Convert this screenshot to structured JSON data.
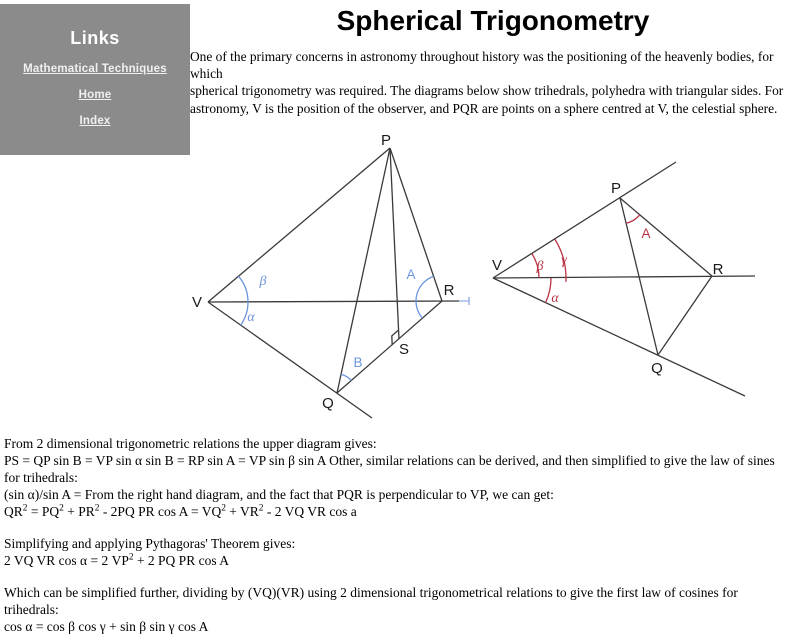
{
  "page": {
    "title": "Spherical Trigonometry"
  },
  "sidebar": {
    "heading": "Links",
    "links": [
      {
        "label": "Mathematical Techniques"
      },
      {
        "label": "Home"
      },
      {
        "label": "Index"
      }
    ]
  },
  "colors": {
    "sidebar_bg": "#8b8b8b",
    "line": "#3a3a3a",
    "label": "#1a1a1a",
    "blue": "#6b94dd",
    "light_blue": "#a0b8e8",
    "red": "#b93345"
  },
  "intro": {
    "lines": [
      [
        {
          "t": "One of the primary concerns in astronomy throughout history was the positioning of the heavenly bodies, for which"
        }
      ],
      [
        {
          "t": "spherical trigonometry was required. The diagrams below show trihedrals, polyhedra with triangular sides. For"
        }
      ],
      [
        {
          "t": "astronomy, V is the position of the observer, and PQR are points on a sphere centred at V, the celestial sphere."
        }
      ]
    ]
  },
  "diagram_left": {
    "vertex_labels": {
      "P": "P",
      "V": "V",
      "R": "R",
      "S": "S",
      "Q": "Q"
    },
    "angle_labels": {
      "beta": "β",
      "alpha": "α",
      "A": "A",
      "B": "B"
    }
  },
  "diagram_right": {
    "vertex_labels": {
      "P": "P",
      "V": "V",
      "R": "R",
      "Q": "Q"
    },
    "angle_labels": {
      "beta": "β",
      "gamma": "γ",
      "alpha": "α",
      "A": "A"
    }
  },
  "content": {
    "paragraphs": [
      {
        "lines": [
          [
            {
              "t": "From 2 dimensional trigonometric relations the upper diagram gives:"
            }
          ],
          [
            {
              "t": "PS = QP sin B = VP sin α sin B = RP sin A = VP sin β sin A Other, similar relations can be derived, and then simplified to give the law of sines for trihedrals:"
            }
          ],
          [
            {
              "t": "(sin α)/sin A = From the right hand diagram, and the fact that PQR is perpendicular to VP, we can get:"
            }
          ],
          [
            {
              "t": "QR"
            },
            {
              "t": "2",
              "sup": true
            },
            {
              "t": " = PQ"
            },
            {
              "t": "2",
              "sup": true
            },
            {
              "t": " + PR"
            },
            {
              "t": "2",
              "sup": true
            },
            {
              "t": " - 2PQ PR cos A = VQ"
            },
            {
              "t": "2",
              "sup": true
            },
            {
              "t": " + VR"
            },
            {
              "t": "2",
              "sup": true
            },
            {
              "t": " - 2 VQ VR cos a"
            }
          ]
        ]
      },
      {
        "lines": [
          [
            {
              "t": "Simplifying and applying Pythagoras' Theorem gives:"
            }
          ],
          [
            {
              "t": "2 VQ VR cos α = 2 VP"
            },
            {
              "t": "2",
              "sup": true
            },
            {
              "t": " + 2 PQ PR cos A"
            }
          ]
        ]
      },
      {
        "lines": [
          [
            {
              "t": "Which can be simplified further, dividing by (VQ)(VR) using 2 dimensional trigonometrical relations to give the first law of cosines for trihedrals:"
            }
          ],
          [
            {
              "t": "cos α = cos β cos γ + sin β sin γ cos A"
            }
          ]
        ]
      }
    ]
  }
}
